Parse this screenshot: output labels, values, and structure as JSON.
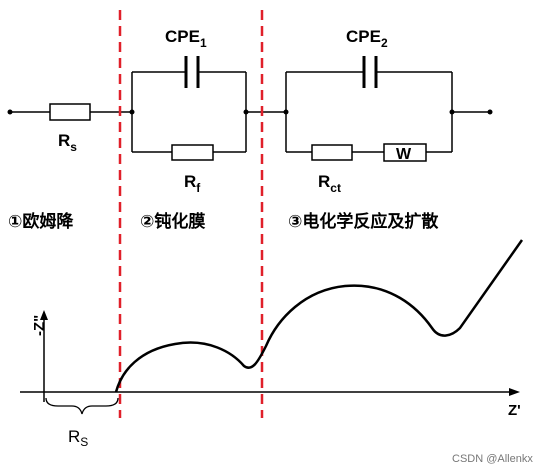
{
  "labels": {
    "cpe1": "CPE",
    "cpe1_sub": "1",
    "cpe2": "CPE",
    "cpe2_sub": "2",
    "rs": "R",
    "rs_sub": "s",
    "rf": "R",
    "rf_sub": "f",
    "rct": "R",
    "rct_sub": "ct",
    "w": "W"
  },
  "sections": [
    "①欧姆降",
    "②钝化膜",
    "③电化学反应及扩散"
  ],
  "plot": {
    "y_axis_label": "-Z\"",
    "x_axis_label": "Z'",
    "rs_label": "R",
    "rs_label_sub": "S"
  },
  "watermark": "CSDN @Allenkx",
  "colors": {
    "divider": "#e0202a",
    "line": "#000000"
  }
}
